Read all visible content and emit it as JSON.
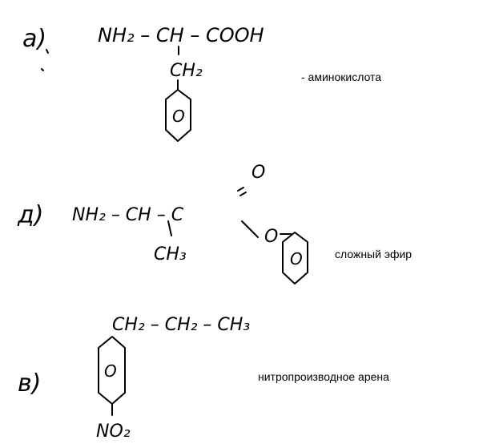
{
  "items": [
    {
      "marker": "a)",
      "caption": "- аминокислота",
      "formula": {
        "main": "NH₂ – CH – COOH",
        "branch": "CH₂",
        "ring": "O"
      }
    },
    {
      "marker": "д)",
      "caption": "сложный эфир",
      "formula": {
        "main": "NH₂ – CH – C",
        "branch": "CH₃",
        "carbonyl": "O",
        "ester_o": "O",
        "ring": "O"
      }
    },
    {
      "marker": "в)",
      "caption": "нитропроизводное арена",
      "formula": {
        "chain": "CH₂ – CH₂ – CH₃",
        "ring": "O",
        "substituent": "NO₂"
      }
    }
  ]
}
